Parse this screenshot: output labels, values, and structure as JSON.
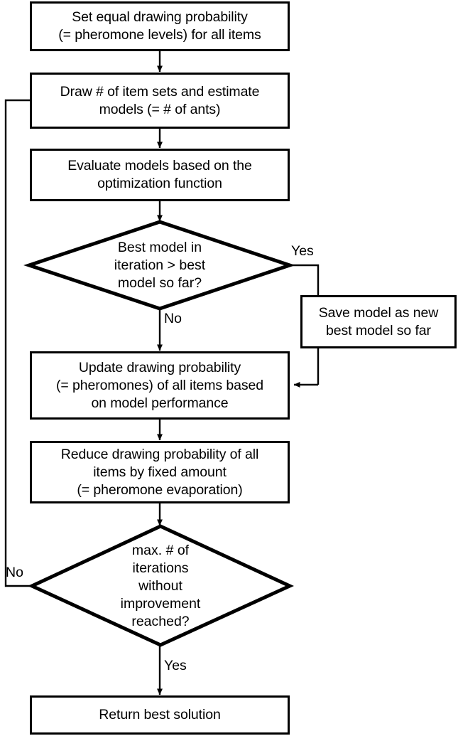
{
  "diagram": {
    "title": "Ant colony optimization flowchart",
    "stroke_color": "#000000",
    "fill_color": "#ffffff",
    "nodes": [
      {
        "id": "set-equal-drawing-probability",
        "shape": "process",
        "text": "Set equal drawing probability\n(= pheromone levels) for all items"
      },
      {
        "id": "draw-item-sets",
        "shape": "process",
        "text": "Draw # of item sets and estimate\nmodels (= # of ants)"
      },
      {
        "id": "evaluate-models",
        "shape": "process",
        "text": "Evaluate models based on the\noptimization function"
      },
      {
        "id": "best-model-decision",
        "shape": "decision",
        "text": "Best model in\niteration > best\nmodel so far?"
      },
      {
        "id": "save-model",
        "shape": "process",
        "text": "Save model as new\nbest model so far"
      },
      {
        "id": "update-drawing-probability",
        "shape": "process",
        "text": "Update drawing probability\n(= pheromones) of all items based\non model performance"
      },
      {
        "id": "reduce-drawing-probability",
        "shape": "process",
        "text": "Reduce drawing probability of all\nitems by fixed amount\n(= pheromone evaporation)"
      },
      {
        "id": "max-iterations-decision",
        "shape": "decision",
        "text": "max. # of\niterations\nwithout\nimprovement\nreached?"
      },
      {
        "id": "return-best-solution",
        "shape": "process",
        "text": "Return best solution"
      }
    ],
    "edge_labels": {
      "best_model_yes": "Yes",
      "best_model_no": "No",
      "max_iterations_no": "No",
      "max_iterations_yes": "Yes"
    }
  }
}
